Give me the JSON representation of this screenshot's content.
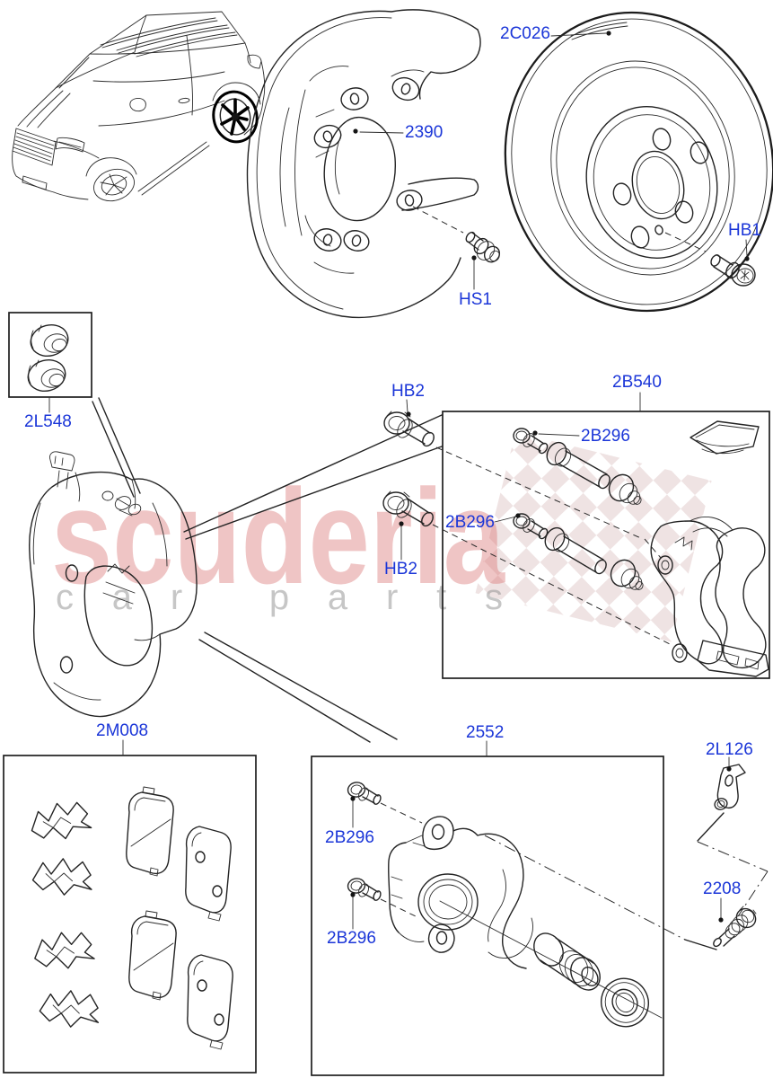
{
  "watermark": {
    "brand": "scuderia",
    "subline": "car parts"
  },
  "colors": {
    "label_blue": "#1b36d8",
    "line_black": "#232323",
    "watermark_red": "#d96f6f",
    "watermark_gray": "#8f8f8f"
  },
  "parts": {
    "disc": "2C026",
    "dust_shield": "2390",
    "shield_screw": "HS1",
    "disc_bolt": "HB1",
    "bleed_cap_kit": "2L548",
    "carrier_kit": "2B540",
    "guide_pin_bolt": "HB2",
    "guide_pin": "2B296",
    "pad_kit": "2M008",
    "caliper_housing": "2552",
    "bracket": "2L126",
    "bleed_screw": "2208"
  }
}
